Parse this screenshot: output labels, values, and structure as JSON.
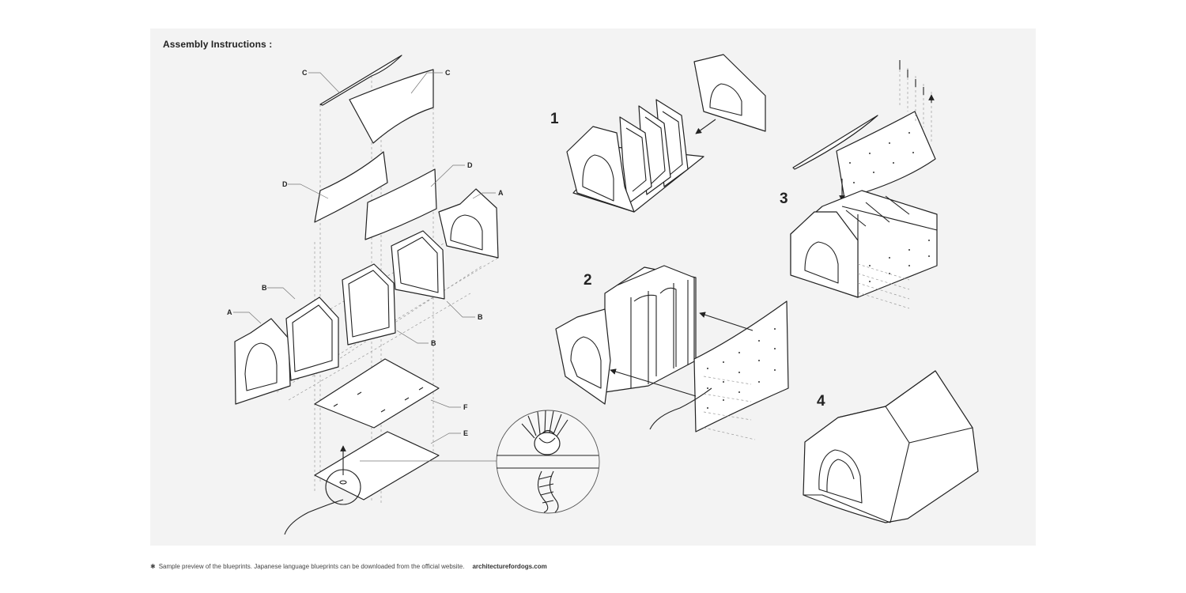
{
  "title": "Assembly Instructions :",
  "part_labels": {
    "c_left": "C",
    "c_right": "C",
    "d_left": "D",
    "d_right": "D",
    "a_right": "A",
    "a_left": "A",
    "b_left": "B",
    "b_right": "B",
    "b_mid": "B",
    "f": "F",
    "e": "E"
  },
  "steps": [
    "1",
    "2",
    "3",
    "4"
  ],
  "footer": {
    "bullet": "✱",
    "note": "Sample preview of the blueprints. Japanese language blueprints can be downloaded from the official website.",
    "link": "architecturefordogs.com"
  },
  "colors": {
    "sheet_background": "#f3f3f3",
    "line": "#222222",
    "page_background": "#ffffff"
  }
}
